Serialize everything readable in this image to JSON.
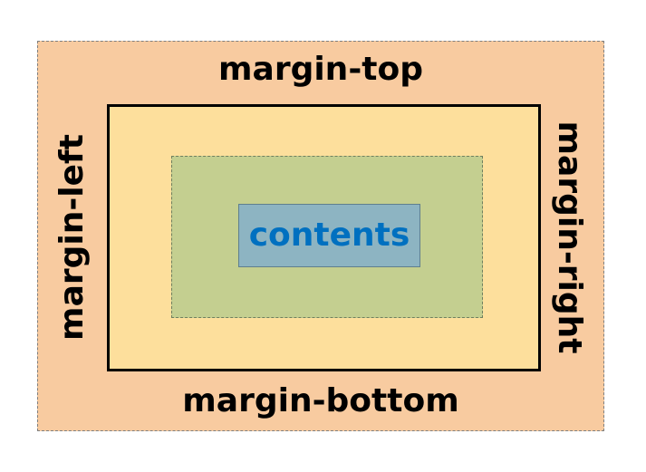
{
  "labels": {
    "top": "margin-top",
    "bottom": "margin-bottom",
    "left": "margin-left",
    "right": "margin-right",
    "content": "contents"
  },
  "colors": {
    "margin": "#f8cba0",
    "border_area": "#fddf9c",
    "padding": "#c4cf90",
    "content": "#8db4c2",
    "content_text": "#0070c0",
    "border_line": "#000000"
  }
}
